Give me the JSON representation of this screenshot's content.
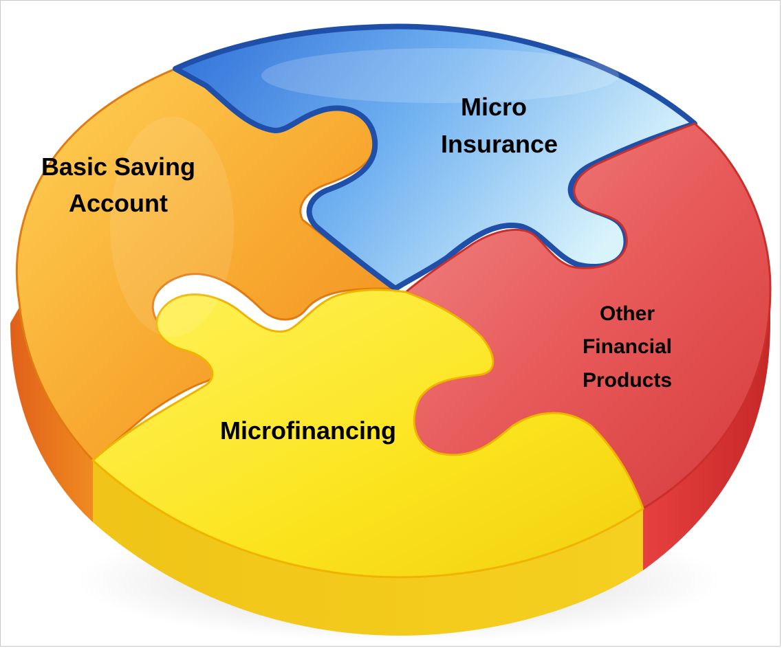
{
  "pieces": {
    "basic_saving": {
      "line1": "Basic Saving",
      "line2": "Account",
      "color": "#f5a623"
    },
    "micro_insurance": {
      "line1": "Micro",
      "line2": "Insurance",
      "color": "#4a90e2"
    },
    "other_financial": {
      "line1": "Other",
      "line2": "Financial",
      "line3": "Products",
      "color": "#e84a4a"
    },
    "microfinancing": {
      "line1": "Microfinancing",
      "color": "#f8e71c"
    }
  }
}
